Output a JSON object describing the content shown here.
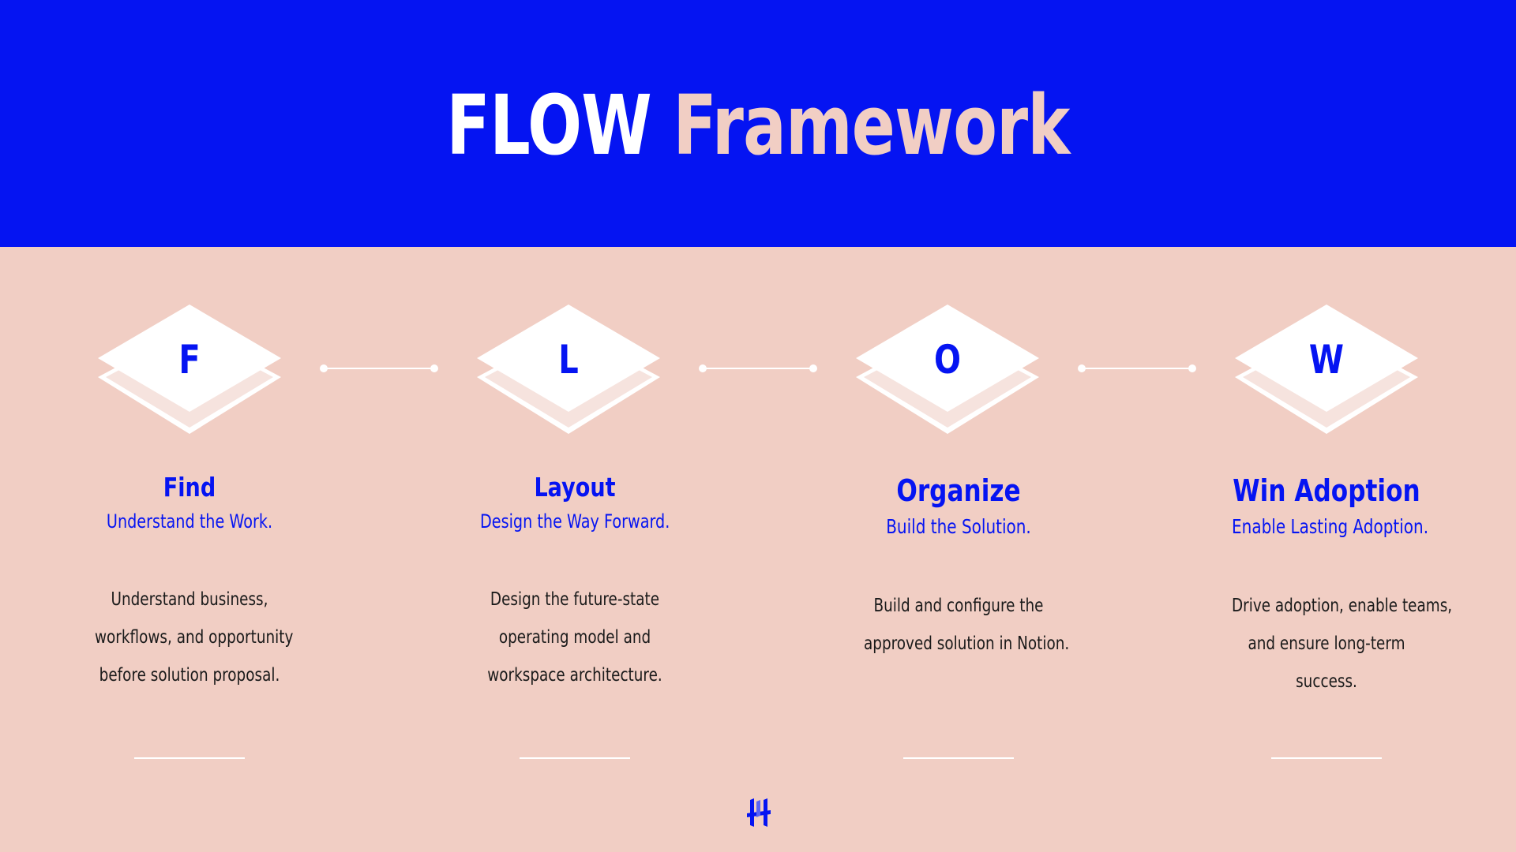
{
  "header": {
    "title_part1": "FLOW",
    "title_part2": "Framework"
  },
  "colors": {
    "primary_blue": "#0514F2",
    "blush": "#F1CEC4",
    "white": "#FFFFFF",
    "text": "#1A1A1A"
  },
  "steps": [
    {
      "letter": "F",
      "name": "Find",
      "tagline": "Understand the Work.",
      "description": [
        "Understand business,",
        "workflows, and opportunity",
        "before solution proposal."
      ]
    },
    {
      "letter": "L",
      "name": "Layout",
      "tagline": "Design the Way Forward.",
      "description": [
        "Design the future-state",
        "operating model and",
        "workspace architecture."
      ]
    },
    {
      "letter": "O",
      "name": "Organize",
      "tagline": "Build the Solution.",
      "description": [
        "Build and configure the",
        "approved solution in Notion."
      ]
    },
    {
      "letter": "W",
      "name": "Win Adoption",
      "tagline": "Enable Lasting Adoption.",
      "description": [
        "Drive adoption, enable teams,",
        "and ensure long-term",
        "success."
      ]
    }
  ],
  "footer": {
    "logo_icon": "hh-monogram-icon"
  }
}
